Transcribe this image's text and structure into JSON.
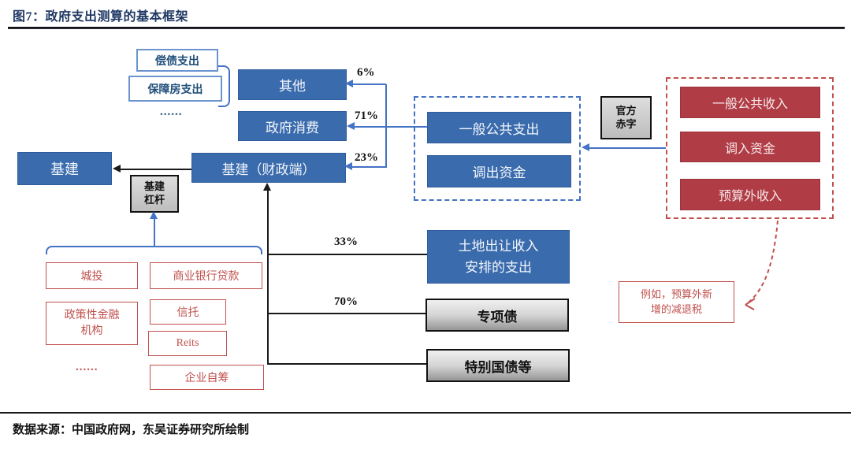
{
  "header": {
    "title": "图7：政府支出测算的基本框架"
  },
  "footer": {
    "source": "数据来源：中国政府网，东吴证券研究所绘制"
  },
  "colors": {
    "blue_fill": "#3a6bad",
    "red_fill": "#b03c46",
    "line_blue": "#4472c4",
    "line_black": "#1a1a1a",
    "outline_red": "#c0504d",
    "outline_blue": "#6b94cf",
    "title_navy": "#1f3864"
  },
  "boxes": {
    "debt_repayment": "偿债支出",
    "housing_support": "保障房支出",
    "ellipsis_blue": "......",
    "other": "其他",
    "government_consumption": "政府消费",
    "infrastructure": "基建",
    "infrastructure_fiscal": "基建（财政端）",
    "infra_leverage_line1": "基建",
    "infra_leverage_line2": "杠杆",
    "general_public_expenditure": "一般公共支出",
    "transfer_out_funds": "调出资金",
    "official_deficit_line1": "官方",
    "official_deficit_line2": "赤字",
    "general_public_revenue": "一般公共收入",
    "transfer_in_funds": "调入资金",
    "off_budget_revenue": "预算外收入",
    "land_sale_expenditure_line1": "土地出让收入",
    "land_sale_expenditure_line2": "安排的支出",
    "special_bonds": "专项债",
    "special_treasury_bonds": "特别国债等",
    "urban_investment": "城投",
    "commercial_bank_loans": "商业银行贷款",
    "policy_financial_line1": "政策性金融",
    "policy_financial_line2": "机构",
    "trust": "信托",
    "reits": "Reits",
    "enterprise_self_raised": "企业自筹",
    "ellipsis_red": "......",
    "note_line1": "例如，预算外新",
    "note_line2": "增的减退税"
  },
  "percent_labels": {
    "to_other": "6%",
    "to_government_consumption": "71%",
    "to_infrastructure_fiscal": "23%",
    "to_land_sale": "33%",
    "to_special_bonds": "70%"
  }
}
